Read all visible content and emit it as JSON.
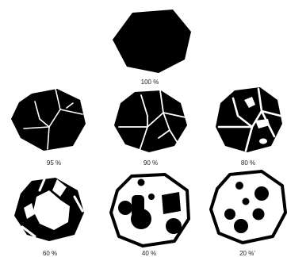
{
  "colors": {
    "ink": "#000000",
    "paper": "#ffffff",
    "label": "#222222"
  },
  "labels": {
    "p100": "100 %",
    "p95": "95 %",
    "p90": "90 %",
    "p80": "80 %",
    "p60": "60 %",
    "p40": "40 %",
    "p20": "20 %'"
  }
}
